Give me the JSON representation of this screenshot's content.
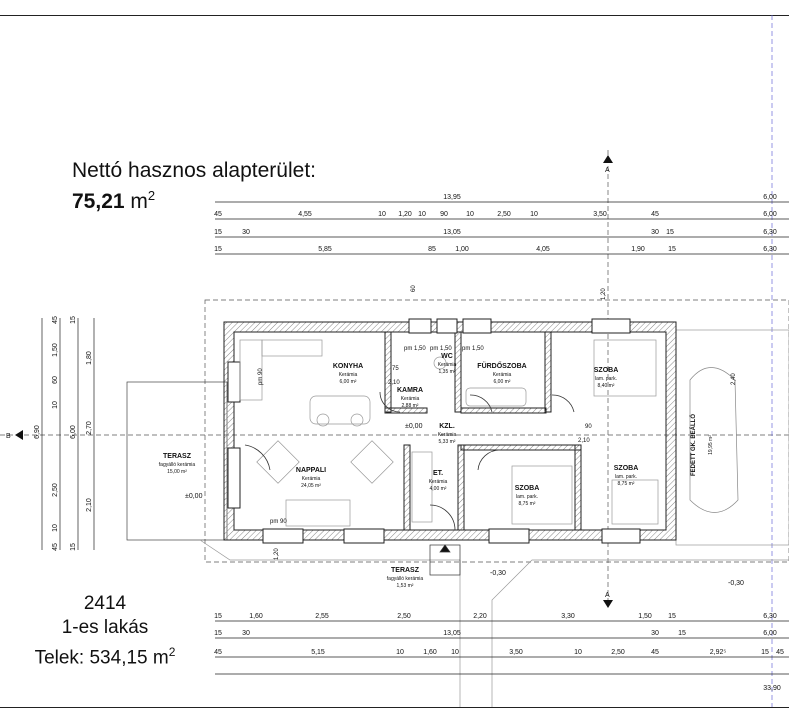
{
  "summary": {
    "area_label": "Nettó hasznos alapterület:",
    "area_value": "75,21",
    "area_unit": "m",
    "area_exp": "2"
  },
  "project": {
    "number": "2414",
    "unit": "1-es lakás",
    "plot": "Telek: 534,15 m",
    "plot_exp": "2"
  },
  "rooms": {
    "konyha": {
      "name": "KONYHA",
      "floor": "Kerámia",
      "area": "6,00 m²"
    },
    "wc": {
      "name": "WC",
      "floor": "Kerámia",
      "area": "1,35 m²"
    },
    "furdo": {
      "name": "FÜRDŐSZOBA",
      "floor": "Kerámia",
      "area": "6,00 m²"
    },
    "szoba1": {
      "name": "SZOBA",
      "floor": "lam. park.",
      "area": "8,40 m²"
    },
    "kamra": {
      "name": "KAMRA",
      "floor": "Kerámia",
      "area": "2,88 m²"
    },
    "kzl": {
      "name": "KZL.",
      "floor": "Kerámia",
      "area": "5,33 m²"
    },
    "nappali": {
      "name": "NAPPALI",
      "floor": "Kerámia",
      "area": "24,05 m²"
    },
    "et": {
      "name": "ET.",
      "floor": "Kerámia",
      "area": "4,00 m²"
    },
    "szoba2": {
      "name": "SZOBA",
      "floor": "lam. park.",
      "area": "8,75 m²"
    },
    "szoba3": {
      "name": "SZOBA",
      "floor": "lam. park.",
      "area": "8,75 m²"
    },
    "terasz1": {
      "name": "TERASZ",
      "floor": "fagyálló kerámia",
      "area": "15,00 m²"
    },
    "terasz2": {
      "name": "TERASZ",
      "floor": "fagyálló kerámia",
      "area": "1,53 m²"
    },
    "parking": {
      "name": "FEDETT GK. BEÁLLÓ",
      "area": "19,95 m²"
    }
  },
  "levels": {
    "l1": "±0,00",
    "l2": "±0,00",
    "l3": "-0,30",
    "l4": "-0,30"
  },
  "section_marks": {
    "a": "A",
    "b": "B"
  },
  "dims": {
    "top1": [
      "13,95",
      "6,00"
    ],
    "top2": [
      "45",
      "4,55",
      "10",
      "1,20",
      "10",
      "90",
      "10",
      "2,50",
      "10",
      "3,50",
      "45",
      "6,00"
    ],
    "top3": [
      "15",
      "30",
      "13,05",
      "30",
      "15",
      "6,30"
    ],
    "top4": [
      "15",
      "5,85",
      "85",
      "1,00",
      "4,05",
      "1,90",
      "15",
      "6,30"
    ],
    "bot1": [
      "15",
      "1,60",
      "2,55",
      "2,50",
      "2,20",
      "3,30",
      "1,50",
      "15",
      "6,30"
    ],
    "bot2": [
      "15",
      "30",
      "13,05",
      "30",
      "15",
      "6,00"
    ],
    "bot3": [
      "45",
      "5,15",
      "10",
      "1,60",
      "10",
      "3,50",
      "10",
      "2,50",
      "45",
      "2,92⁵",
      "15",
      "45"
    ],
    "bot4": "33,90",
    "left1": [
      "45",
      "15",
      "1,50",
      "60",
      "10",
      "2,50",
      "10",
      "45",
      "15"
    ],
    "left2": [
      "1,80",
      "2,70",
      "2,10",
      "6,00",
      "6,90"
    ],
    "doors": [
      "pm 90",
      "pm 1,50",
      "pm 1,50",
      "pm 1,50",
      "pm 90",
      "75",
      "2,10",
      "90",
      "2,10",
      "60",
      "1,20",
      "1,20",
      "2,40"
    ]
  }
}
